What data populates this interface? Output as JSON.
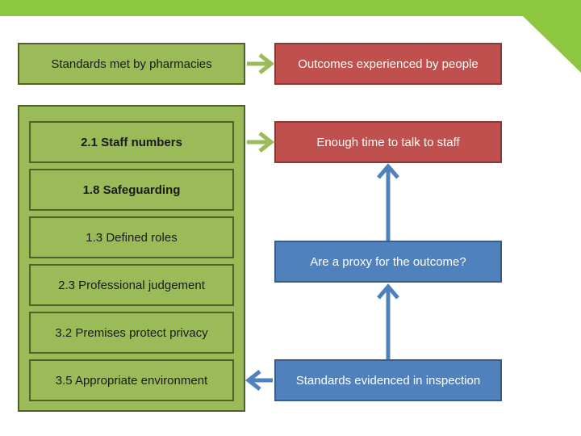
{
  "colors": {
    "accent": "#8dc63f",
    "green": "#9bbb59",
    "red": "#c0504d",
    "blue": "#4f81bd",
    "arrow_green": "#9bbb59",
    "arrow_blue": "#4f81bd"
  },
  "header": {
    "standards": "Standards met by pharmacies",
    "outcomes": "Outcomes experienced by people"
  },
  "standards": [
    {
      "label": "2.1 Staff numbers",
      "bold": true
    },
    {
      "label": "1.8 Safeguarding",
      "bold": true
    },
    {
      "label": "1.3 Defined roles",
      "bold": false
    },
    {
      "label": "2.3 Professional judgement",
      "bold": false
    },
    {
      "label": "3.2 Premises protect privacy",
      "bold": false
    },
    {
      "label": "3.5 Appropriate environment",
      "bold": false
    }
  ],
  "outcome": "Enough time to talk to staff",
  "proxy_question": "Are a proxy for the outcome?",
  "evidence": "Standards evidenced in inspection"
}
